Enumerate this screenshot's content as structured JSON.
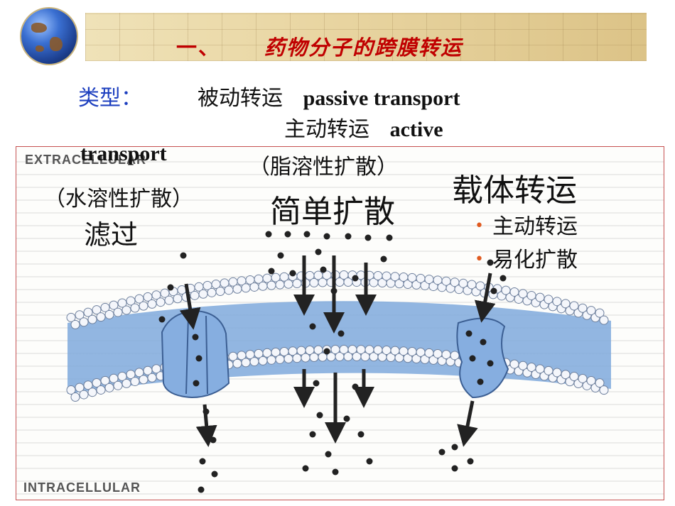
{
  "header": {
    "number": "一、",
    "title": "药物分子的跨膜转运"
  },
  "types": {
    "label": "类型：",
    "passive_cn": "被动转运",
    "passive_en": "passive transport",
    "active_cn": "主动转运",
    "active_en_part1": "active",
    "active_en_part2": "transport"
  },
  "figure": {
    "extracellular": "EXTRACELLULAR",
    "intracellular": "INTRACELLULAR",
    "water_soluble": "（水溶性扩散）",
    "lipid_soluble": "（脂溶性扩散）",
    "filtration": "滤过",
    "simple_diffusion": "简单扩散",
    "carrier_transport": "载体转运",
    "carrier_types": [
      {
        "label": "主动转运"
      },
      {
        "label": "易化扩散"
      }
    ]
  },
  "colors": {
    "title_red": "#c00000",
    "label_blue": "#1d3fbf",
    "membrane_blue": "#5b8fd0",
    "bullet_orange": "#e05a20"
  }
}
